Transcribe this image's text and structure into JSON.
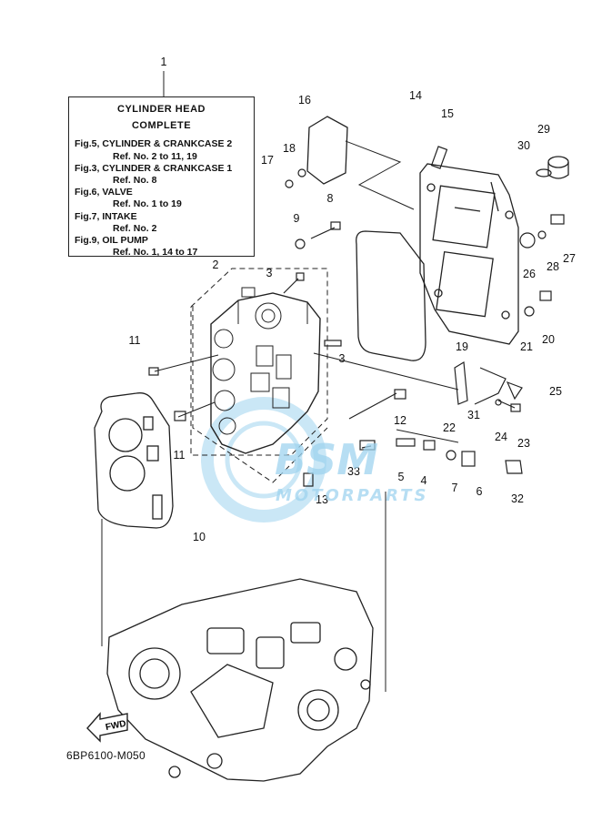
{
  "legend": {
    "title_line1": "CYLINDER HEAD",
    "title_line2": "COMPLETE",
    "lines": [
      {
        "fig": "Fig.5, CYLINDER & CRANKCASE 2",
        "ref": "Ref. No. 2 to 11, 19"
      },
      {
        "fig": "Fig.3, CYLINDER & CRANKCASE 1",
        "ref": "Ref. No. 8"
      },
      {
        "fig": "Fig.6, VALVE",
        "ref": "Ref. No. 1 to 19"
      },
      {
        "fig": "Fig.7, INTAKE",
        "ref": "Ref. No. 2"
      },
      {
        "fig": "Fig.9, OIL PUMP",
        "ref": "Ref. No. 1, 14 to 17"
      }
    ]
  },
  "callouts": [
    "1",
    "2",
    "3",
    "3",
    "4",
    "5",
    "6",
    "7",
    "8",
    "9",
    "10",
    "11",
    "11",
    "12",
    "13",
    "14",
    "15",
    "16",
    "17",
    "18",
    "19",
    "20",
    "21",
    "22",
    "23",
    "24",
    "25",
    "26",
    "27",
    "28",
    "29",
    "30",
    "31",
    "32",
    "33"
  ],
  "fwd_label": "FWD",
  "diagram_code": "6BP6100-M050",
  "watermark": {
    "brand": "BSM",
    "sub": "MOTORPARTS",
    "color": "#9fd4ef"
  }
}
